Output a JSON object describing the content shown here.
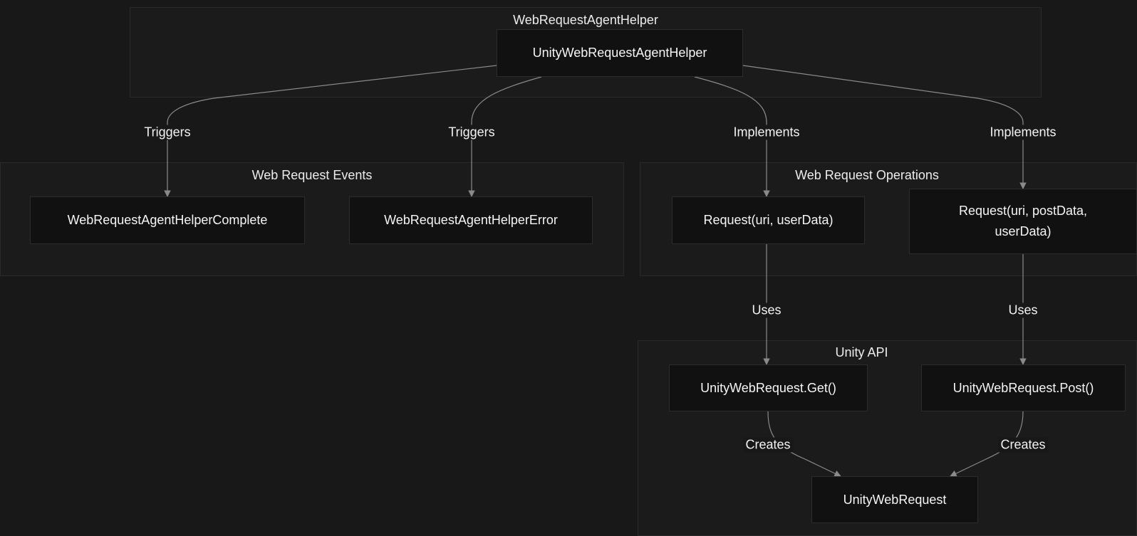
{
  "clusters": {
    "helper": "WebRequestAgentHelper",
    "events": "Web Request Events",
    "operations": "Web Request Operations",
    "unity_api": "Unity API"
  },
  "nodes": {
    "unity_helper": "UnityWebRequestAgentHelper",
    "complete": "WebRequestAgentHelperComplete",
    "error": "WebRequestAgentHelperError",
    "request_get": "Request(uri, userData)",
    "request_post": "Request(uri, postData, userData)",
    "uwr_get": "UnityWebRequest.Get()",
    "uwr_post": "UnityWebRequest.Post()",
    "uwr": "UnityWebRequest"
  },
  "edges": {
    "triggers_complete": "Triggers",
    "triggers_error": "Triggers",
    "implements_get": "Implements",
    "implements_post": "Implements",
    "uses_get": "Uses",
    "uses_post": "Uses",
    "creates_get": "Creates",
    "creates_post": "Creates"
  },
  "colors": {
    "background": "#181818",
    "cluster_fill": "#1b1b1b",
    "node_fill": "#111111",
    "edge": "#8a8a8a",
    "text": "#f2f2f2"
  }
}
